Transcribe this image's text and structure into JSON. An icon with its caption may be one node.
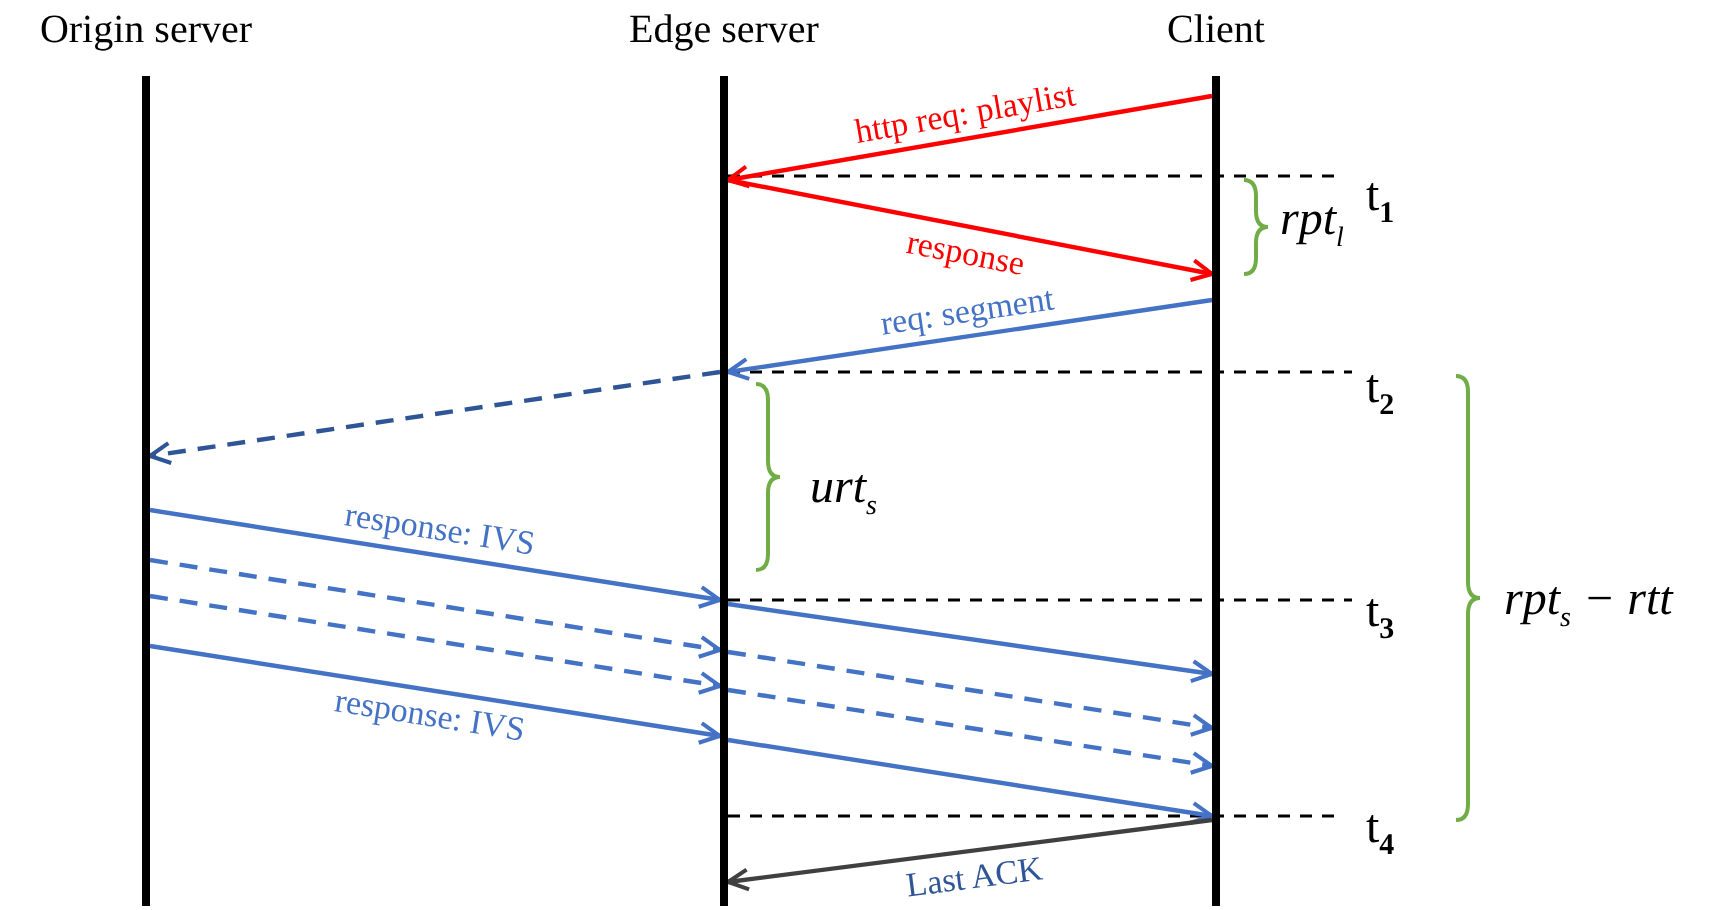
{
  "diagram": {
    "nodes": [
      {
        "text": [
          "Origin server"
        ]
      },
      {
        "text": [
          "Edge server"
        ]
      },
      {
        "text": [
          "Client"
        ]
      }
    ],
    "edges": [
      {
        "from": 2,
        "to": 1,
        "arrow": "to",
        "label": "http req: playlist",
        "color": "#ff0000"
      },
      {
        "from": 1,
        "to": 2,
        "arrow": "to",
        "label": "response",
        "color": "#ff0000"
      },
      {
        "from": 2,
        "to": 1,
        "arrow": "to",
        "label": "req: segment"
      },
      {
        "from": 1,
        "to": 0,
        "arrow": "to",
        "style": "dashed",
        "color": "#2f5597"
      },
      {
        "from": 0,
        "to": 1,
        "arrow": "to",
        "label": "response: IVS"
      },
      {
        "from": 0,
        "to": 1,
        "arrow": "to",
        "style": "dashed"
      },
      {
        "from": 0,
        "to": 1,
        "arrow": "to",
        "style": "dashed"
      },
      {
        "from": 0,
        "to": 1,
        "arrow": "to",
        "label": "response: IVS"
      },
      {
        "from": 1,
        "to": 2,
        "arrow": "to"
      },
      {
        "from": 1,
        "to": 2,
        "arrow": "to",
        "style": "dashed"
      },
      {
        "from": 1,
        "to": 2,
        "arrow": "to",
        "style": "dashed"
      },
      {
        "from": 1,
        "to": 2,
        "arrow": "to"
      },
      {
        "from": 2,
        "to": 1,
        "arrow": "to",
        "label": "Last ACK",
        "color": "#404040"
      }
    ],
    "labels": [
      "t$_{1}$",
      "rpt$_{l}$",
      "t$_{2}$",
      "urt$_{s}$",
      "t$_{3}$",
      "rpt$_{s}$ − rtt",
      "t$_{4}$"
    ]
  }
}
